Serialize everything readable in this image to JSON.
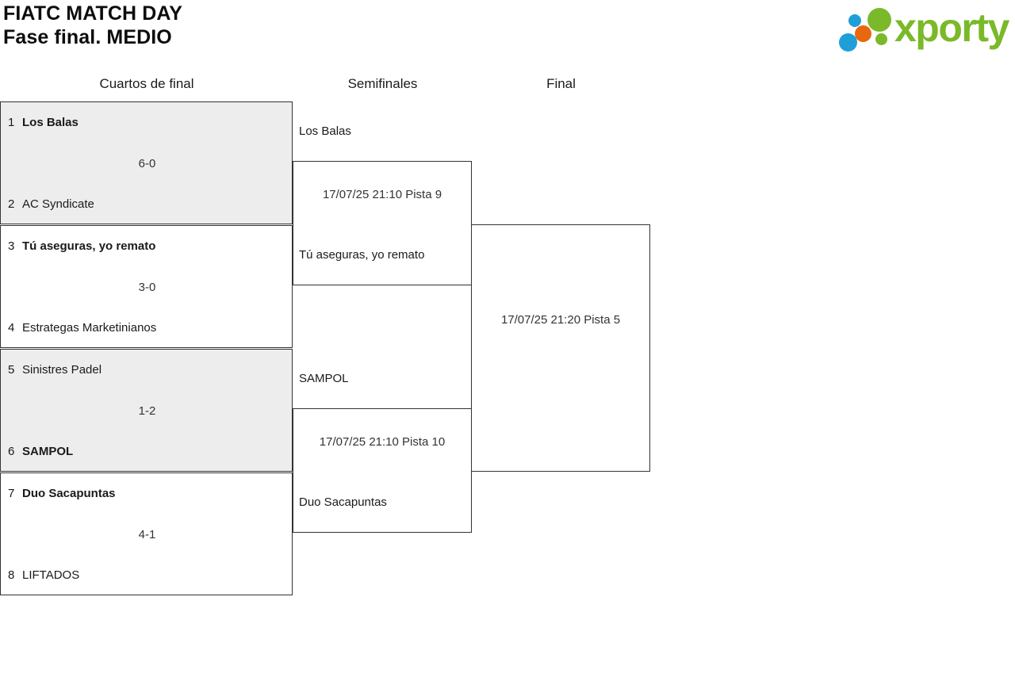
{
  "header": {
    "title_line1": "FIATC MATCH DAY",
    "title_line2": "Fase final. MEDIO",
    "logo_word": "xporty",
    "logo_colors": {
      "green": "#7ab929",
      "blue": "#1f9fd8",
      "orange": "#e8680f"
    }
  },
  "rounds": [
    {
      "label": "Cuartos de final"
    },
    {
      "label": "Semifinales"
    },
    {
      "label": "Final"
    }
  ],
  "quarterfinals": [
    {
      "shaded": true,
      "top": {
        "seed": "1",
        "name": "Los Balas",
        "winner": true
      },
      "bottom": {
        "seed": "2",
        "name": "AC Syndicate",
        "winner": false
      },
      "score": "6-0"
    },
    {
      "shaded": false,
      "top": {
        "seed": "3",
        "name": "Tú aseguras, yo remato",
        "winner": true
      },
      "bottom": {
        "seed": "4",
        "name": "Estrategas Marketinianos",
        "winner": false
      },
      "score": "3-0"
    },
    {
      "shaded": true,
      "top": {
        "seed": "5",
        "name": "Sinistres Padel",
        "winner": false
      },
      "bottom": {
        "seed": "6",
        "name": "SAMPOL",
        "winner": true
      },
      "score": "1-2"
    },
    {
      "shaded": false,
      "top": {
        "seed": "7",
        "name": "Duo Sacapuntas",
        "winner": true
      },
      "bottom": {
        "seed": "8",
        "name": "LIFTADOS",
        "winner": false
      },
      "score": "4-1"
    }
  ],
  "semifinals": [
    {
      "top_team": "Los Balas",
      "bottom_team": "Tú aseguras, yo remato",
      "schedule": "17/07/25 21:10 Pista 9"
    },
    {
      "top_team": "SAMPOL",
      "bottom_team": "Duo Sacapuntas",
      "schedule": "17/07/25 21:10 Pista 10"
    }
  ],
  "final": {
    "top_team": "",
    "bottom_team": "",
    "schedule": "17/07/25 21:20 Pista 5"
  }
}
